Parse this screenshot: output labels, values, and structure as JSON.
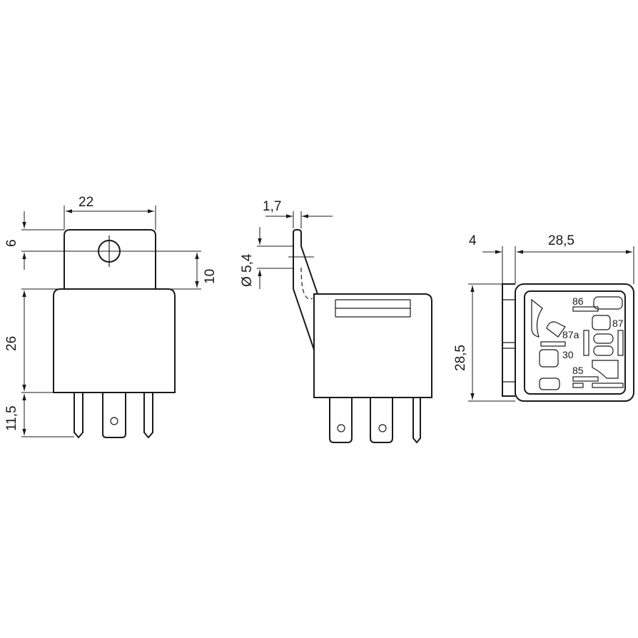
{
  "dimensions": {
    "front_width": "22",
    "front_tab_to_hole": "6",
    "front_hole_to_body": "10",
    "front_body_height": "26",
    "front_pin_length": "11,5",
    "side_tab_thickness": "1,7",
    "side_hole_diameter": "Ø 5,4",
    "bottom_flange": "4",
    "bottom_width": "28,5",
    "bottom_height": "28,5"
  },
  "pin_labels": [
    "86",
    "87",
    "87a",
    "30",
    "85"
  ]
}
